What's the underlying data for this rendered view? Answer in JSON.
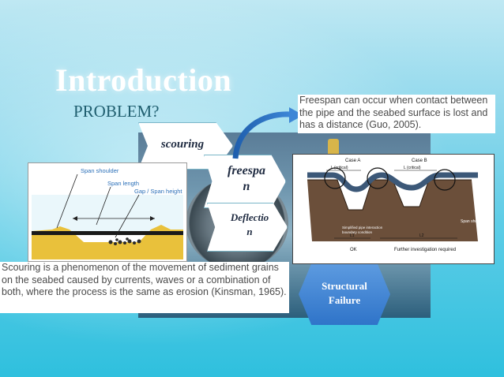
{
  "slide": {
    "title": "Introduction",
    "subtitle": "PROBLEM?"
  },
  "flow": {
    "step1": "scouring",
    "step2": "freespa n",
    "step2_line1": "freespa",
    "step2_line2": "n",
    "step3_line1": "Deflectio",
    "step3_line2": "n",
    "result_line1": "Structural",
    "result_line2": "Failure"
  },
  "left_diagram": {
    "labels": [
      "Span shoulder",
      "Span length",
      "Gap / Span height"
    ]
  },
  "right_diagram": {
    "case_a": "Case A",
    "case_b": "Case B",
    "l_critical": "L (critical)",
    "span_shoulder": "Span shoulder",
    "note_line1": "Simplified pipe interaction",
    "note_line2": "boundary condition",
    "l1": "L1",
    "l2": "L2",
    "ok": "OK",
    "further": "Further investigation required"
  },
  "notes": {
    "freespan": "Freespan can occur when contact between the pipe and the seabed surface is lost and has a distance (Guo, 2005).",
    "scouring": "Scouring is a phenomenon of the movement of sediment grains on the seabed caused by currents, waves or a combination of both, where the process is the same as erosion (Kinsman, 1965)."
  },
  "colors": {
    "title": "#ffffff",
    "subtitle": "#1f5e6f",
    "hexagon": "#2f74c9",
    "arrow": "#2a6fb8",
    "sand": "#e9c13b",
    "soil": "#6b4f3a"
  }
}
